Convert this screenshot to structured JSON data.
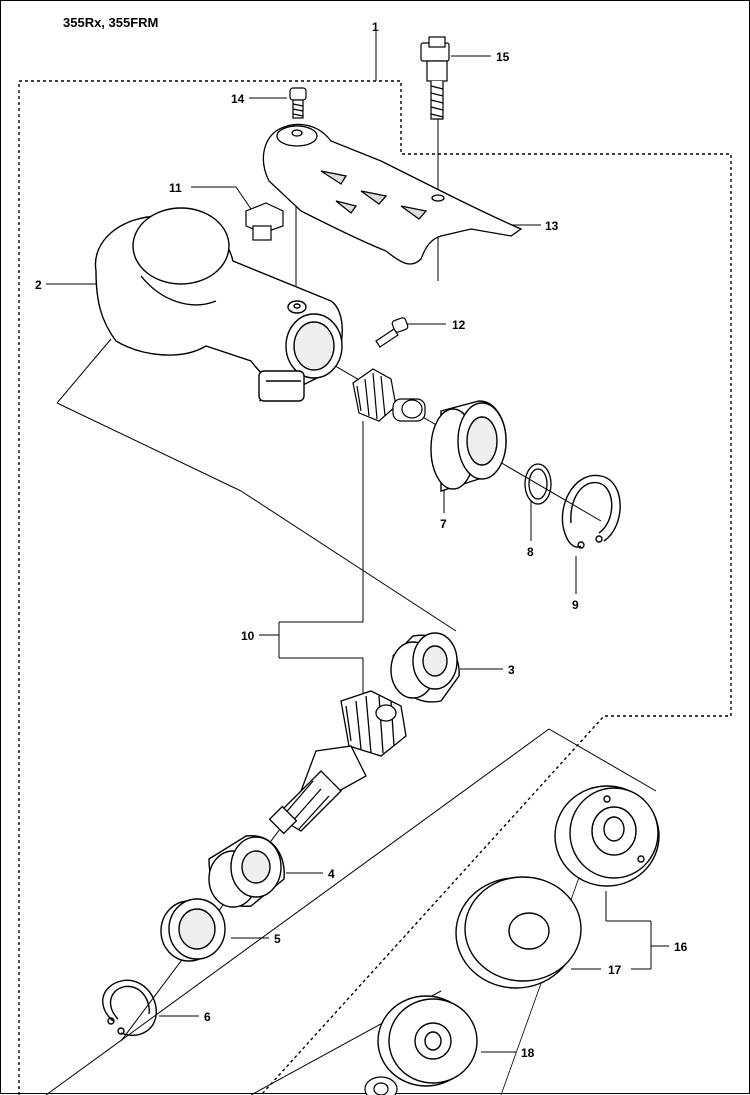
{
  "header": {
    "model": "355Rx, 355FRM"
  },
  "callouts": [
    {
      "id": "c1",
      "label": "1"
    },
    {
      "id": "c2",
      "label": "2"
    },
    {
      "id": "c3",
      "label": "3"
    },
    {
      "id": "c4",
      "label": "4"
    },
    {
      "id": "c5",
      "label": "5"
    },
    {
      "id": "c6",
      "label": "6"
    },
    {
      "id": "c7",
      "label": "7"
    },
    {
      "id": "c8",
      "label": "8"
    },
    {
      "id": "c9",
      "label": "9"
    },
    {
      "id": "c10",
      "label": "10"
    },
    {
      "id": "c11",
      "label": "11"
    },
    {
      "id": "c12",
      "label": "12"
    },
    {
      "id": "c13",
      "label": "13"
    },
    {
      "id": "c14",
      "label": "14"
    },
    {
      "id": "c15",
      "label": "15"
    },
    {
      "id": "c16",
      "label": "16"
    },
    {
      "id": "c17",
      "label": "17"
    },
    {
      "id": "c18",
      "label": "18"
    }
  ]
}
